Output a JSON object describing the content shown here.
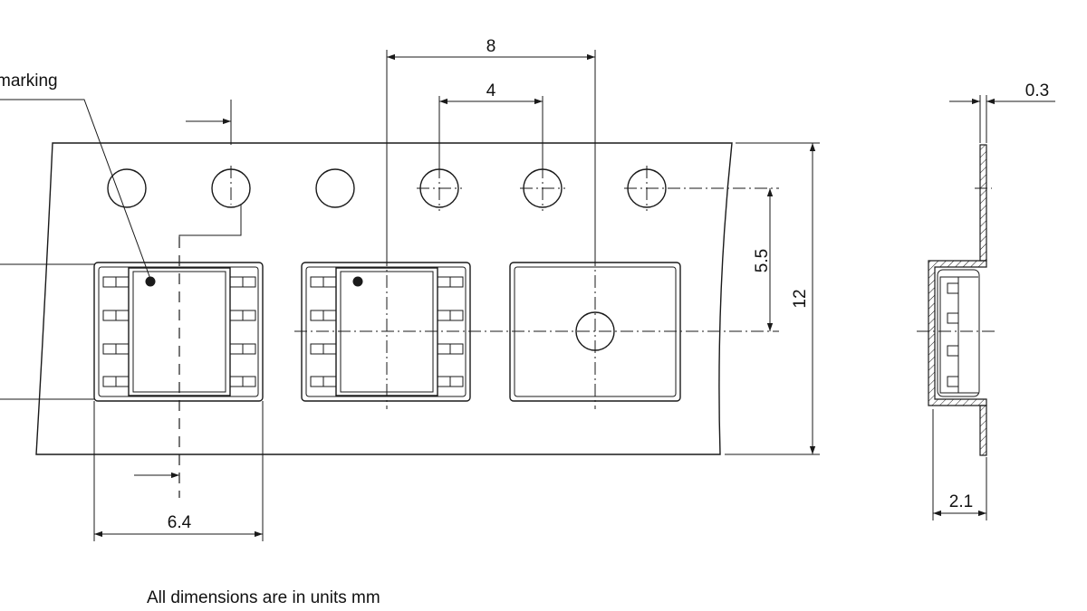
{
  "labels": {
    "marking": "marking",
    "pitch_8": "8",
    "pitch_4": "4",
    "dim_5_5": "5.5",
    "dim_12": "12",
    "dim_6_4": "6.4",
    "dim_0_3": "0.3",
    "dim_2_1": "2.1"
  },
  "note": "All dimensions are in units mm"
}
